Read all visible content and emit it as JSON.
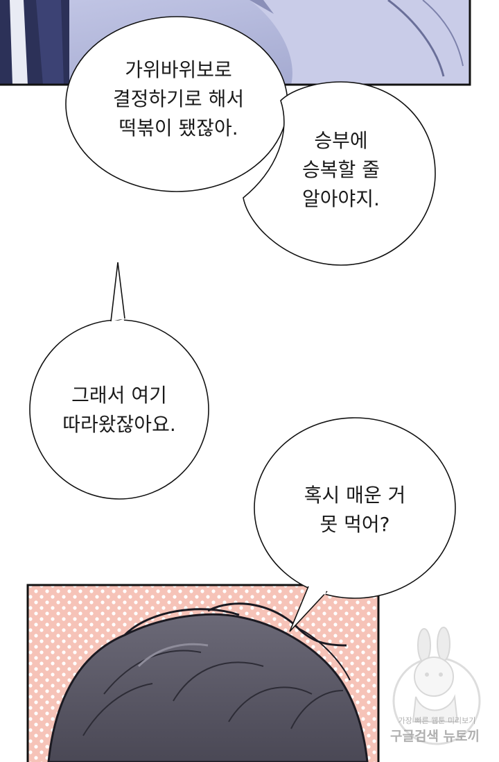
{
  "bubbles": {
    "b1": {
      "lines": [
        "가위바위보로",
        "결정하기로 해서",
        "떡볶이 됐잖아."
      ]
    },
    "b2": {
      "lines": [
        "승부에",
        "승복할 줄",
        "알아야지."
      ]
    },
    "b3": {
      "lines": [
        "그래서 여기",
        "따라왔잖아요."
      ]
    },
    "b4": {
      "lines": [
        "혹시 매운 거",
        "못 먹어?"
      ]
    }
  },
  "watermark": {
    "tagline": "가장 빠른 웹툰 미리보기",
    "brand": "구글검색 뉴토끼"
  },
  "colors": {
    "panel_top": "#aeb4d8",
    "hair": "#55535f",
    "dots_bg": "#f6c3b8",
    "dots": "#ffffff",
    "border": "#111111"
  }
}
